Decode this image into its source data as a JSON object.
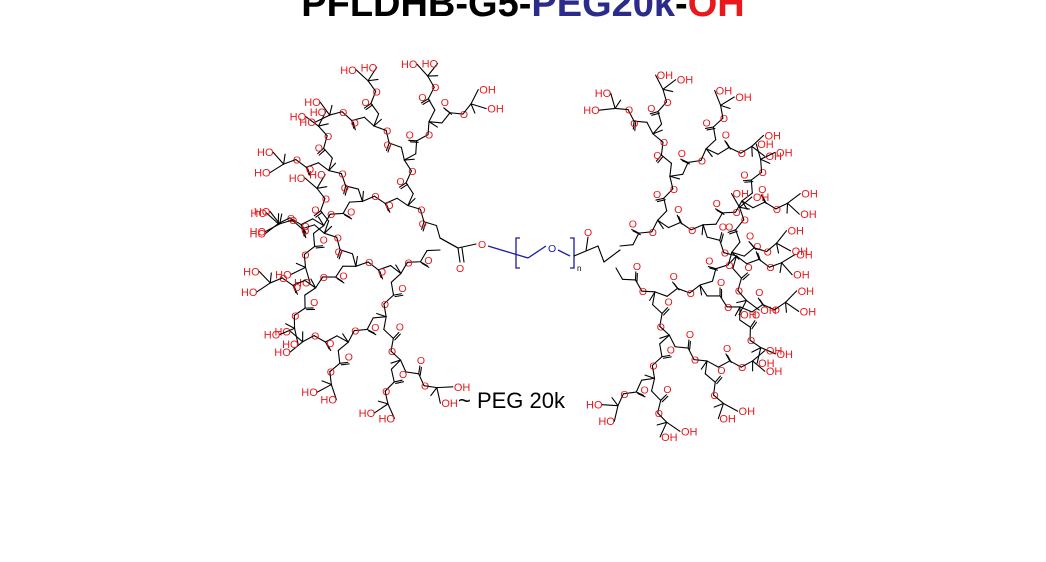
{
  "title": {
    "part1": "PFLDHB-G5",
    "sep1": "-",
    "part2": "PEG20k",
    "sep2": "-",
    "part3": "OH",
    "colors": {
      "part1": "#000000",
      "part2": "#2b2b8c",
      "part3": "#e8181c"
    }
  },
  "peg_annotation": "~ PEG 20k",
  "molecule": {
    "hydroxyl_label": "HO",
    "hydroxyl_label_alt": "OH",
    "oxygen_label": "O",
    "repeat_index": "n",
    "colors": {
      "bonds": "#000000",
      "heteroatom": "#e8181c",
      "peg_backbone": "#1a1aa8"
    }
  }
}
